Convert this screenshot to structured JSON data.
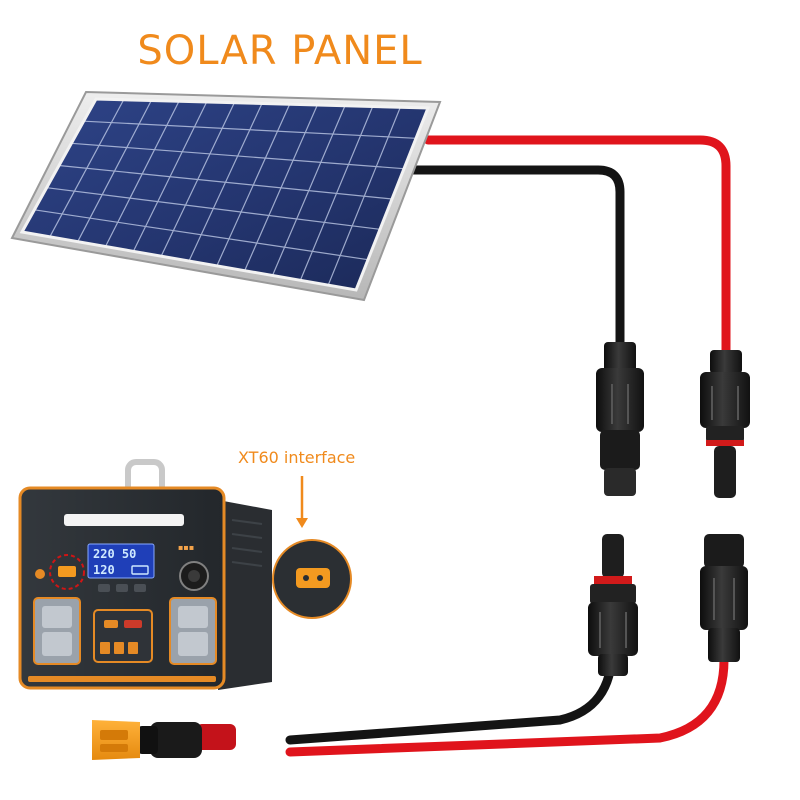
{
  "title": "SOLAR PANEL",
  "callout_label": "XT60 interface",
  "power_station": {
    "display_top": "220 50",
    "display_bottom": "120"
  },
  "colors": {
    "accent_orange": "#f08a1c",
    "red_cable": "#e0141c",
    "black_cable": "#141414",
    "panel_blue": "#2a3d7c",
    "station_body": "#2b2f33"
  },
  "icons": [
    "solar-panel-icon",
    "power-station-icon",
    "mc4-connector-icon",
    "xt60-plug-icon",
    "arrow-down-icon"
  ]
}
